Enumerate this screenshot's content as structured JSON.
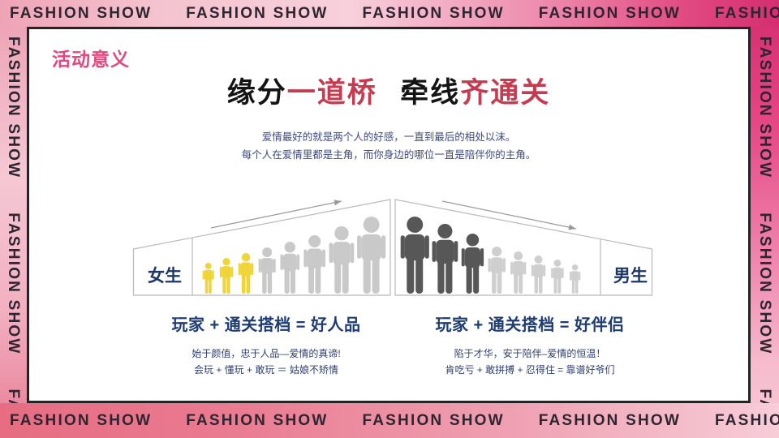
{
  "frame": {
    "brand": "FASHION SHOW",
    "top_words": [
      "FASHION SHOW",
      "FASHION SHOW",
      "FASHION SHOW",
      "FASHION SHOW",
      "FASHION S"
    ],
    "bottom_words": [
      "FASHION SHOW",
      "FASHION SHOW",
      "FASHION SHOW",
      "FASHION SHOW",
      "FASHION S"
    ],
    "left_words": [
      "FASHION SHOW",
      "FASHION SHOW",
      "FAS"
    ],
    "right_words": [
      "FASHION SHOW",
      "FASHION SHOW",
      "FAS"
    ],
    "colors": {
      "strip_text": "#2e2531",
      "magenta_deep": "#d42e70",
      "pink_light": "#f7d0db",
      "rose": "#e66d82"
    }
  },
  "header": {
    "section_label": "活动意义",
    "section_label_color": "#e5477f"
  },
  "title": {
    "full_text": "缘分一道桥  牵线齐通关",
    "parts": [
      {
        "text": "缘分",
        "color": "#141414"
      },
      {
        "text": "一道桥",
        "color": "#c63b4f"
      },
      {
        "text": "  牵线",
        "color": "#141414"
      },
      {
        "text": "齐通关",
        "color": "#c63b4f"
      }
    ]
  },
  "subtitle": {
    "color": "#3c4a82",
    "lines": [
      "爱情最好的就是两个人的好感，一直到最后的相处以沫。",
      "每个人在爱情里都是主角，而你身边的哪位一直是陪伴你的主角。"
    ]
  },
  "diagram": {
    "outline_color": "#b9b9b9",
    "arrow_color": "#9a9a9a",
    "left": {
      "label": "女生",
      "arrow_direction": "up-right",
      "people": [
        {
          "height": 38,
          "color": "#efd53a"
        },
        {
          "height": 44,
          "color": "#efd53a"
        },
        {
          "height": 50,
          "color": "#efd53a"
        },
        {
          "height": 57,
          "color": "#c9c9c9"
        },
        {
          "height": 64,
          "color": "#c9c9c9"
        },
        {
          "height": 72,
          "color": "#c9c9c9"
        },
        {
          "height": 83,
          "color": "#c9c9c9"
        },
        {
          "height": 95,
          "color": "#c9c9c9"
        }
      ]
    },
    "right": {
      "label": "男生",
      "arrow_direction": "down-right",
      "people": [
        {
          "height": 95,
          "color": "#575757"
        },
        {
          "height": 86,
          "color": "#575757"
        },
        {
          "height": 74,
          "color": "#575757"
        },
        {
          "height": 58,
          "color": "#cfcfcf"
        },
        {
          "height": 52,
          "color": "#cfcfcf"
        },
        {
          "height": 47,
          "color": "#cfcfcf"
        },
        {
          "height": 42,
          "color": "#cfcfcf"
        },
        {
          "height": 36,
          "color": "#cfcfcf"
        }
      ]
    }
  },
  "columns": {
    "left": {
      "heading": "玩家 + 通关搭档 = 好人品",
      "lines": [
        "始于颜值，忠于人品—爱情的真谛!",
        "会玩 + 懂玩 + 敢玩 ＝ 姑娘不矫情"
      ]
    },
    "right": {
      "heading": "玩家 + 通关搭档 = 好伴侣",
      "lines": [
        "陷于才华，安于陪伴–爱情的恒温！",
        "肯吃亏 + 敢拼搏 + 忍得住 = 靠谱好爷们"
      ]
    }
  }
}
